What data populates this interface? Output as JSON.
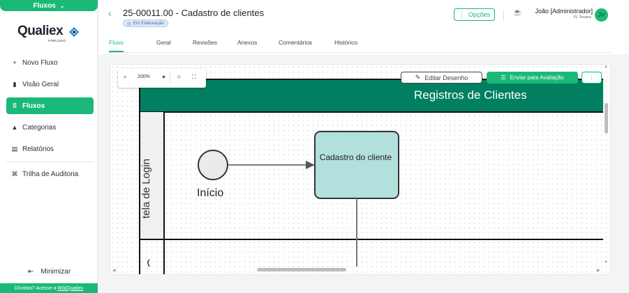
{
  "sidebar": {
    "flux_pill": "Fluxos",
    "logo": {
      "word": "Qualiex",
      "sub": "FORLOGIC"
    },
    "items": [
      {
        "label": "Novo Fluxo",
        "icon": "plus-icon"
      },
      {
        "label": "Visão Geral",
        "icon": "dashboard-icon"
      },
      {
        "label": "Fluxos",
        "icon": "flow-icon",
        "active": true
      },
      {
        "label": "Categorias",
        "icon": "categories-icon"
      },
      {
        "label": "Relatórios",
        "icon": "report-icon"
      },
      {
        "label": "Trilha de Auditoria",
        "icon": "audit-icon"
      }
    ],
    "minimize": "Minimizar",
    "help_text": "Dúvidas? Acesse a",
    "help_link": "WikiQualiex"
  },
  "header": {
    "title": "25-00011.00 - Cadastro de clientes",
    "status": "Em Elaboração",
    "options_label": "Opções",
    "user_name": "João [Administrador]",
    "user_sub": "FL Touany",
    "avatar": "JV"
  },
  "tabs": [
    "Fluxo",
    "Geral",
    "Revisões",
    "Anexos",
    "Comentários",
    "Histórico"
  ],
  "toolbar": {
    "zoom": "200%",
    "edit_label": "Editar Desenho",
    "send_label": "Enviar para Avaliação"
  },
  "diagram": {
    "pool_title": "Registros de Clientes",
    "lane_label": "tela de Login",
    "start_label": "Início",
    "task_label": "Cadastro do cliente"
  },
  "colors": {
    "accent": "#1bb978",
    "pool_header": "#008060",
    "task_fill": "#b2e0dc"
  }
}
